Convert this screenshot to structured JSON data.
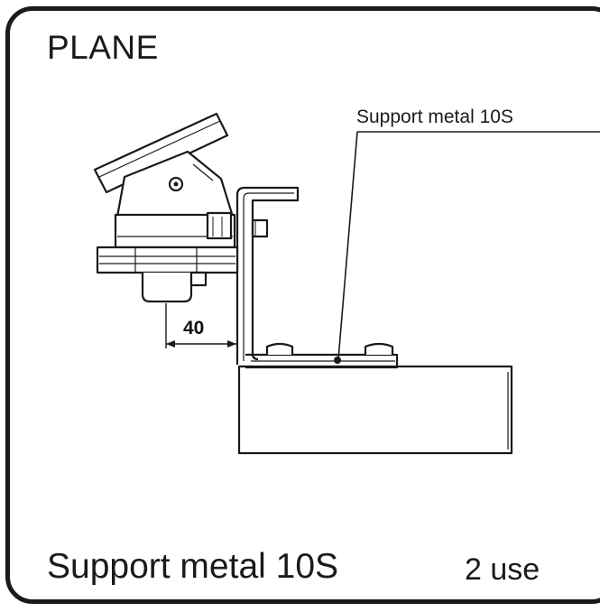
{
  "title": "PLANE",
  "callout_label": "Support metal 10S",
  "dimension": "40",
  "caption": "Support metal 10S",
  "usage": "2 use"
}
